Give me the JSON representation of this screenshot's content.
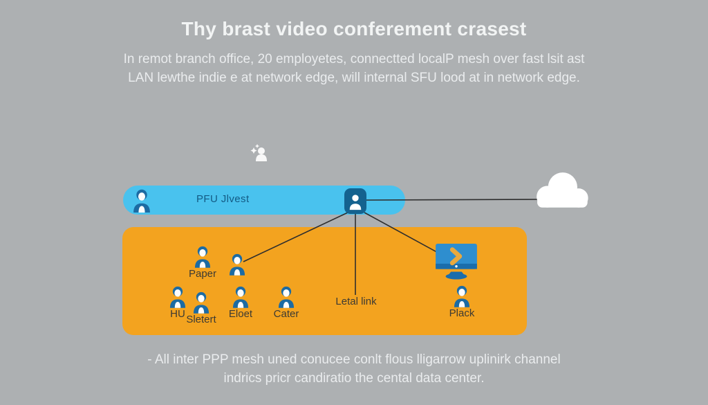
{
  "header": {
    "title": "Thy brast video conferement crasest",
    "subtitle_lines": [
      "In remot branch office, 20 employetes, connectted localP mesh over fast lsit ast",
      "LAN lewthe indie e at network edge, will internal SFU lood at in network edge."
    ]
  },
  "diagram": {
    "lan_bar": {
      "label": "PFU Jlvest"
    },
    "sfu_node": {
      "icon": "person-badge-icon"
    },
    "cloud": {
      "icon": "cloud-icon"
    },
    "sparkle": {
      "icon": "person-sparkle-icon"
    },
    "link_label": "Letal link",
    "participants": [
      {
        "label": "Paper"
      },
      {
        "label": ""
      },
      {
        "label": "HU"
      },
      {
        "label": "Sletert"
      },
      {
        "label": "Eloet"
      },
      {
        "label": "Cater"
      },
      {
        "label": "Plack"
      }
    ],
    "monitor": {
      "icon": "monitor-icon"
    }
  },
  "footer": {
    "lines": [
      "- All inter PPP mesh uned conucee conlt flous lligarrow uplinirk channel",
      "indrics pricr candiratio the cental data center."
    ]
  },
  "colors": {
    "background": "#adb0b2",
    "lan_bar": "#49c2ee",
    "sfu_node": "#14628f",
    "lan_zone": "#f3a31f",
    "person": "#1c6ba3",
    "monitor_screen": "#2e8ecf",
    "monitor_dark": "#1b6dab",
    "monitor_chevron": "#e9a93e",
    "connector_line": "#2e2e2e",
    "title_text": "#f2f4f4",
    "label_dark": "#3c3a33",
    "bar_text": "#135a84"
  }
}
